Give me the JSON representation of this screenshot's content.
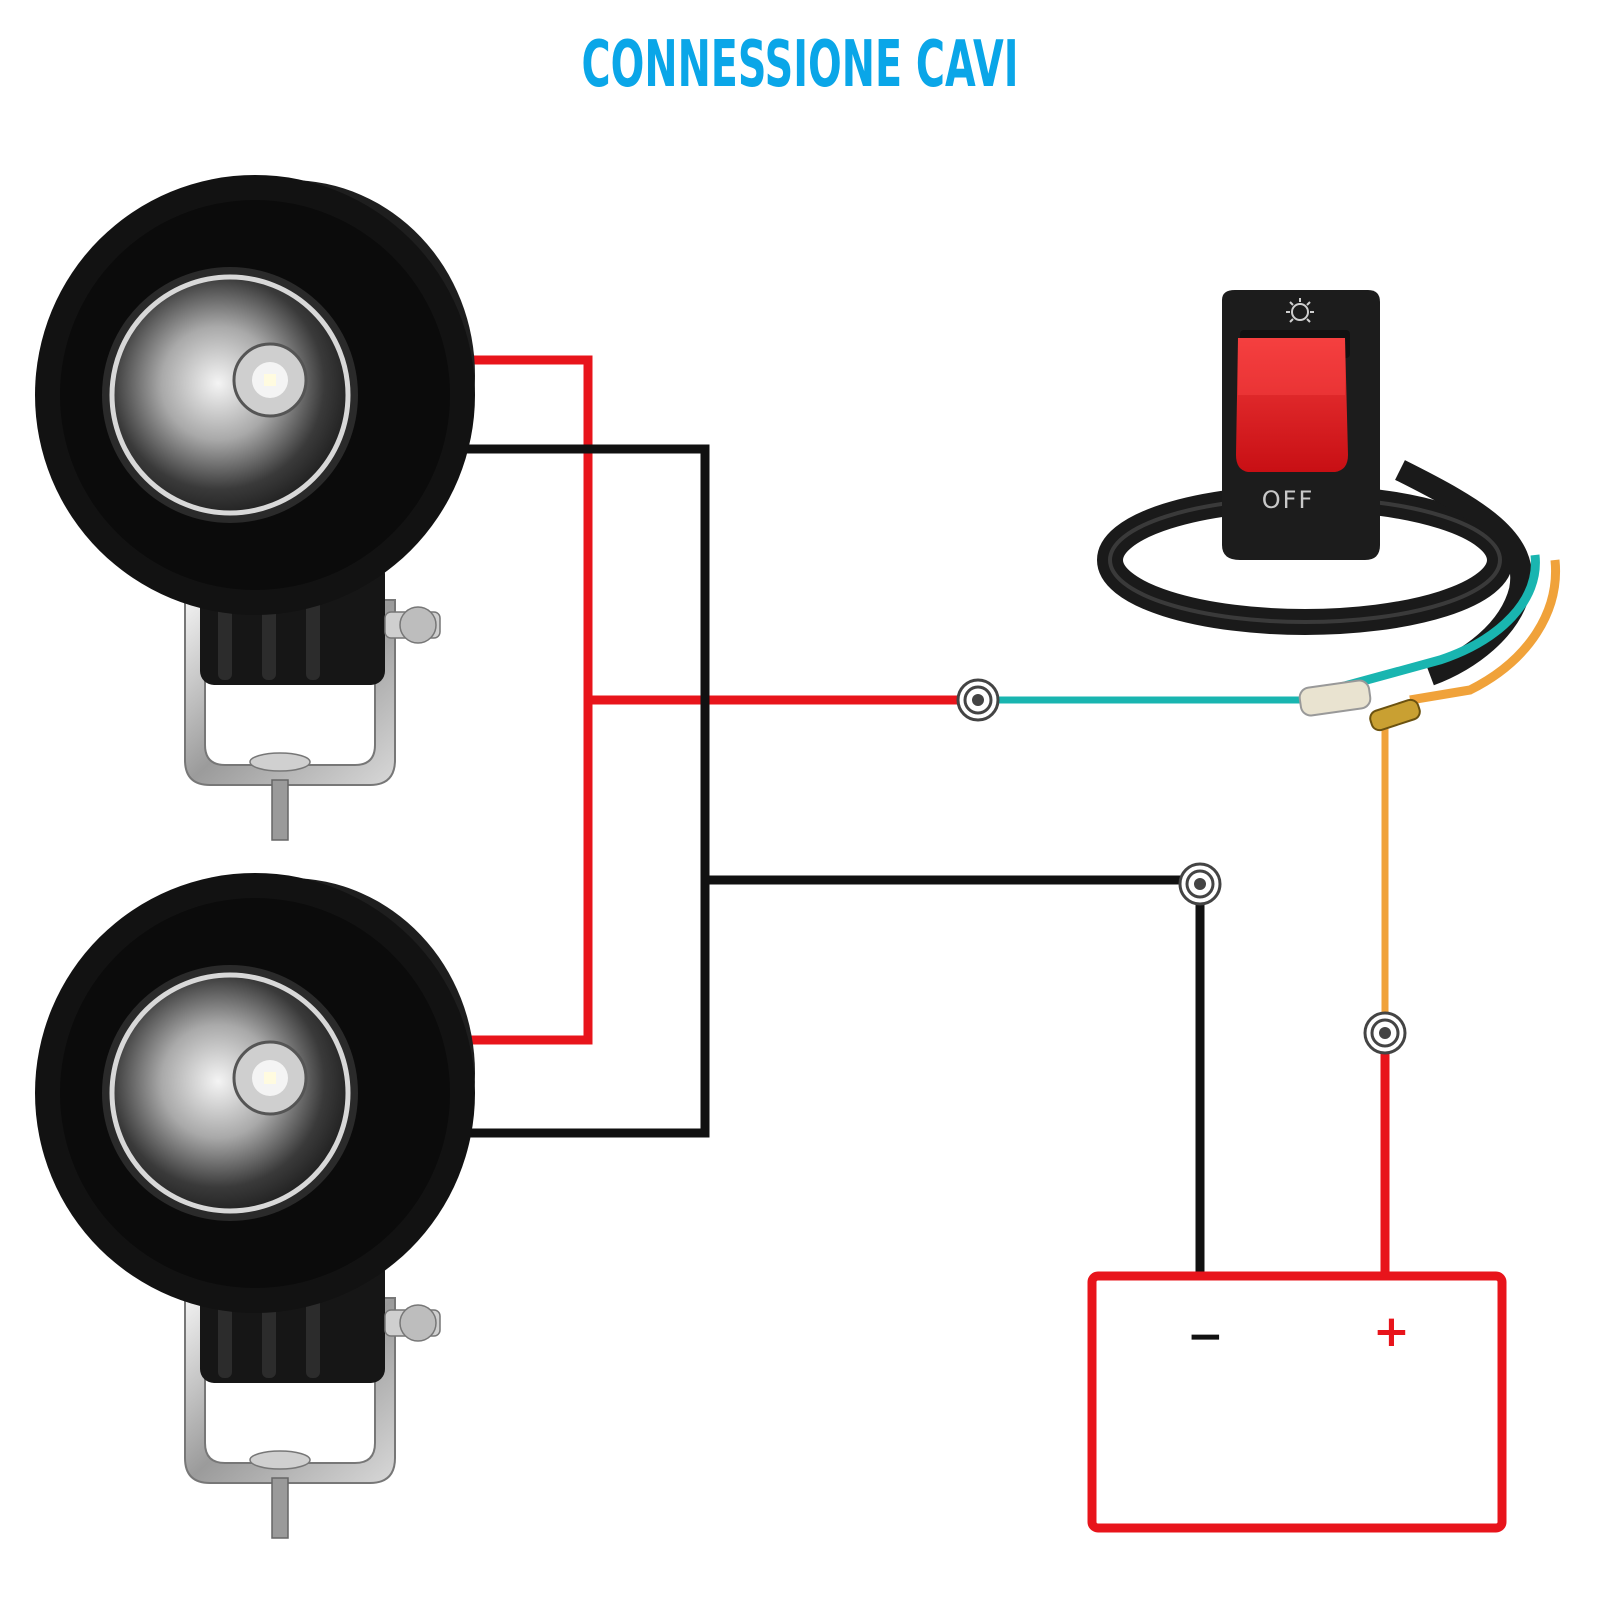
{
  "title": "CONNESSIONE CAVI",
  "colors": {
    "title": "#0aa6e8",
    "positive_wire": "#e8141b",
    "ground_wire": "#111111",
    "switch_output_wire": "#19b5b0",
    "switch_input_wire": "#f0a23a",
    "battery_outline": "#e8141b",
    "switch_button": "#e0151b",
    "lamp_body": "#141414"
  },
  "switch": {
    "off_label": "OFF",
    "icon": "headlight-icon"
  },
  "battery": {
    "negative_label": "−",
    "positive_label": "+"
  },
  "lamps": [
    {
      "name": "lamp-top"
    },
    {
      "name": "lamp-bottom"
    }
  ],
  "connectors": [
    {
      "name": "connector-switch-output"
    },
    {
      "name": "connector-ground"
    },
    {
      "name": "connector-battery-positive"
    }
  ]
}
